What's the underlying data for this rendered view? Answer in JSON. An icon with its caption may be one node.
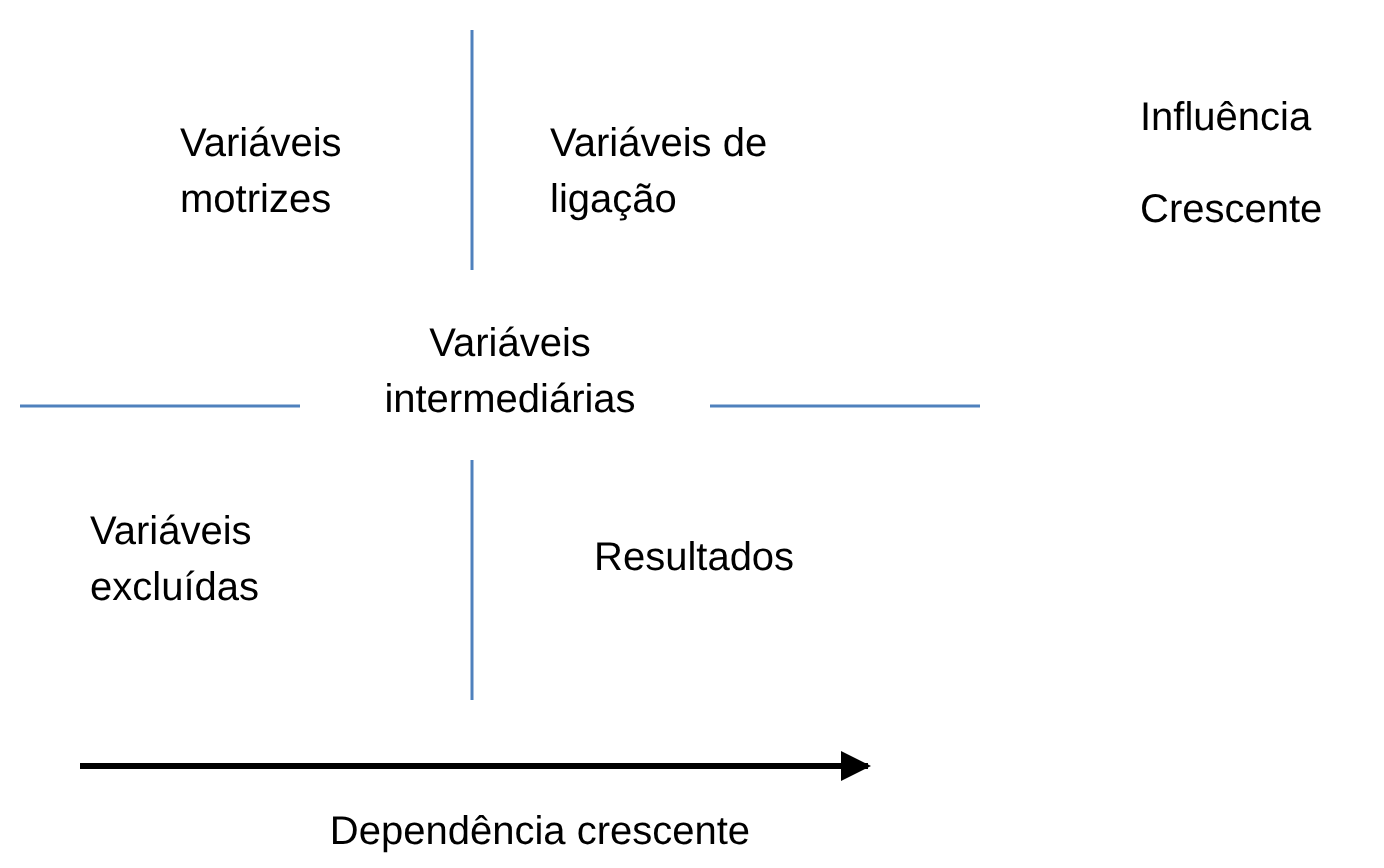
{
  "diagram": {
    "labels": [
      "Variáveis motrizes",
      "Variáveis de ligação",
      "Influência",
      "Crescente",
      "Variáveis intermediárias",
      "Variáveis excluídas",
      "Resultados",
      "Dependência crescente"
    ]
  }
}
